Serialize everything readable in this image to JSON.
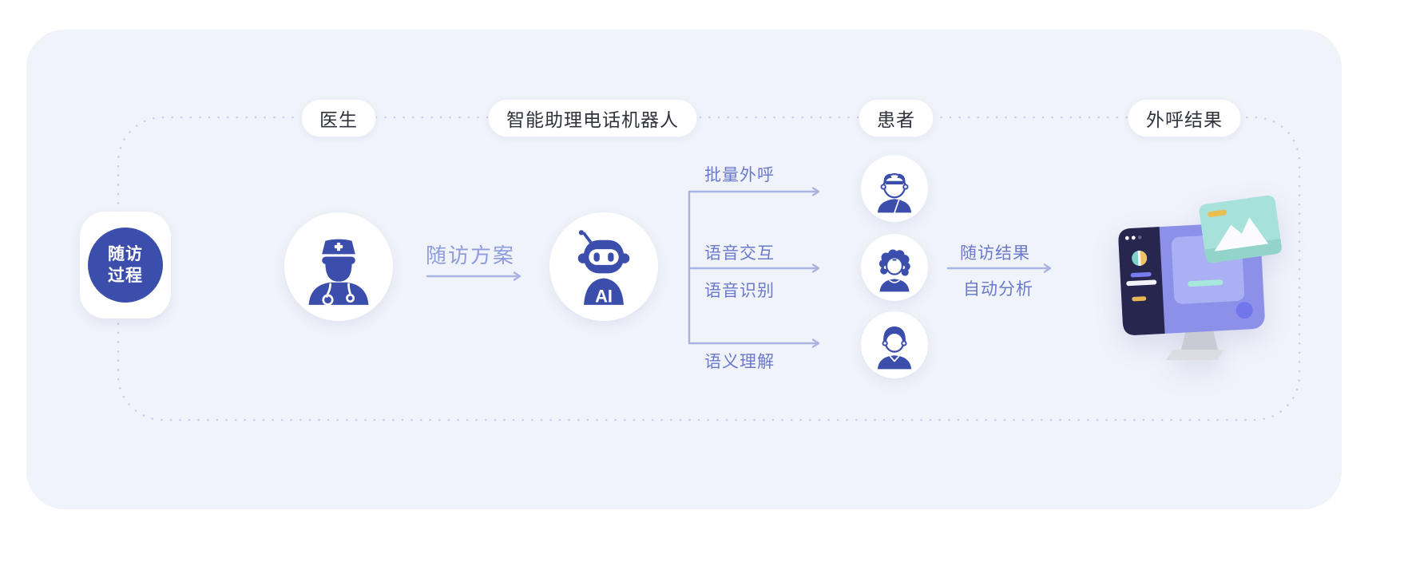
{
  "process_badge": {
    "label": "随访过程"
  },
  "lanes": {
    "doctor": "医生",
    "assistant": "智能助理电话机器人",
    "patient": "患者",
    "result": "外呼结果"
  },
  "flow_labels": {
    "doctor_to_ai": "随访方案",
    "batch_outbound": "批量外呼",
    "voice_interaction": "语音交互",
    "voice_recognition": "语音识别",
    "semantic_understanding": "语义理解",
    "followup_result": "随访结果",
    "auto_analysis": "自动分析"
  },
  "ai_robot": {
    "label": "AI"
  },
  "colors": {
    "primary_blue": "#3C4EAC",
    "flow_label_blue": "#6B7ACC",
    "plan_label_blue": "#8E9BDC",
    "arrow": "#A9B3E2",
    "dotted_border": "#C9CEEC",
    "container_bg": "#F1F3FA",
    "pill_text": "#31333C",
    "monitor_screen": "#8C90E9",
    "monitor_sidebar": "#26264E",
    "card_teal": "#A6E1DA",
    "accent_yellow": "#E9B453"
  }
}
